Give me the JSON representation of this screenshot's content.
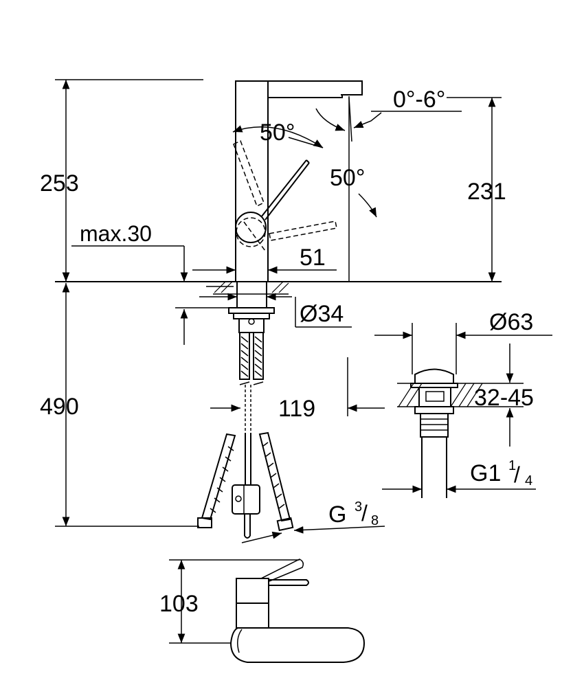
{
  "drawing": {
    "dim_height_total": "253",
    "dim_spout_height": "231",
    "dim_max_thickness": "max.30",
    "dim_spout_reach": "51",
    "dim_hole_diameter": "Ø34",
    "dim_hose_length": "490",
    "dim_hose_gap": "119",
    "dim_waste_diameter": "Ø63",
    "dim_waste_range": "32-45",
    "dim_waste_thread_main": "G1",
    "dim_waste_thread_num": "1",
    "dim_waste_thread_den": "4",
    "dim_hose_thread_main": "G",
    "dim_hose_thread_num": "3",
    "dim_hose_thread_den": "8",
    "dim_lever_height": "103",
    "angle_spout_tilt": "0°-6°",
    "angle_lever_left": "50°",
    "angle_lever_right": "50°"
  }
}
